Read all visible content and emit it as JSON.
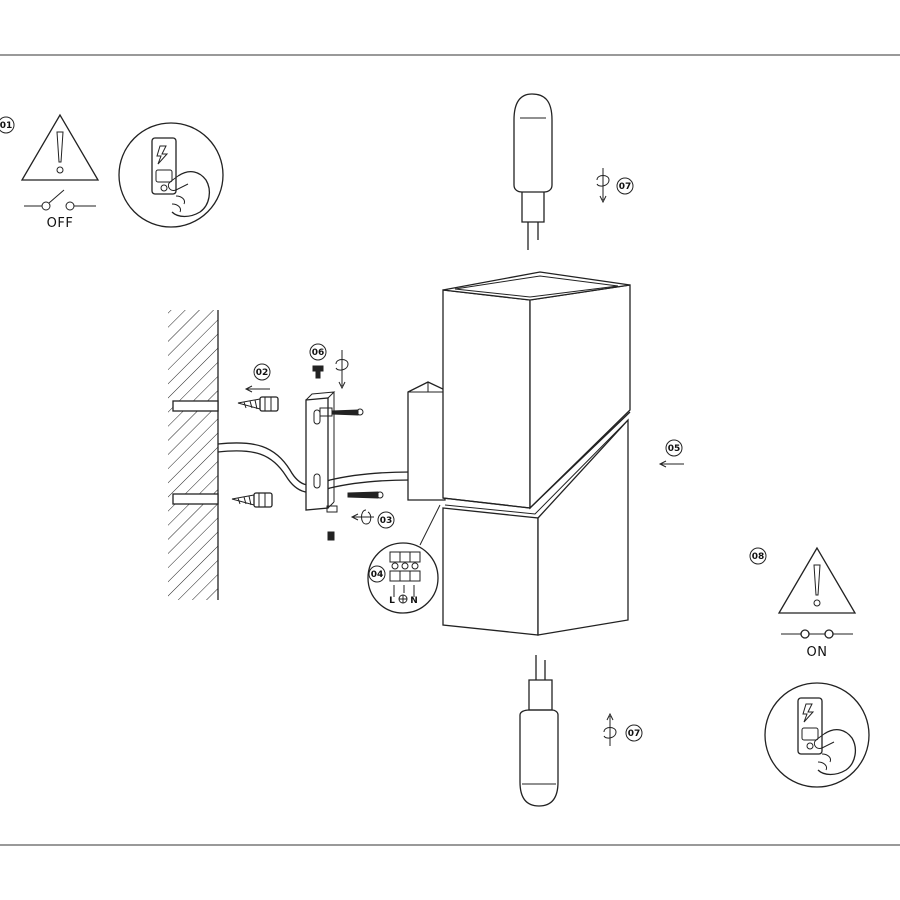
{
  "diagram": {
    "steps": [
      {
        "num": "01"
      },
      {
        "num": "02"
      },
      {
        "num": "03"
      },
      {
        "num": "04"
      },
      {
        "num": "05"
      },
      {
        "num": "06"
      },
      {
        "num": "07"
      },
      {
        "num": "07"
      },
      {
        "num": "08"
      }
    ],
    "switch_off_label": "OFF",
    "switch_on_label": "ON",
    "terminal": {
      "left": "L",
      "right": "N"
    }
  }
}
